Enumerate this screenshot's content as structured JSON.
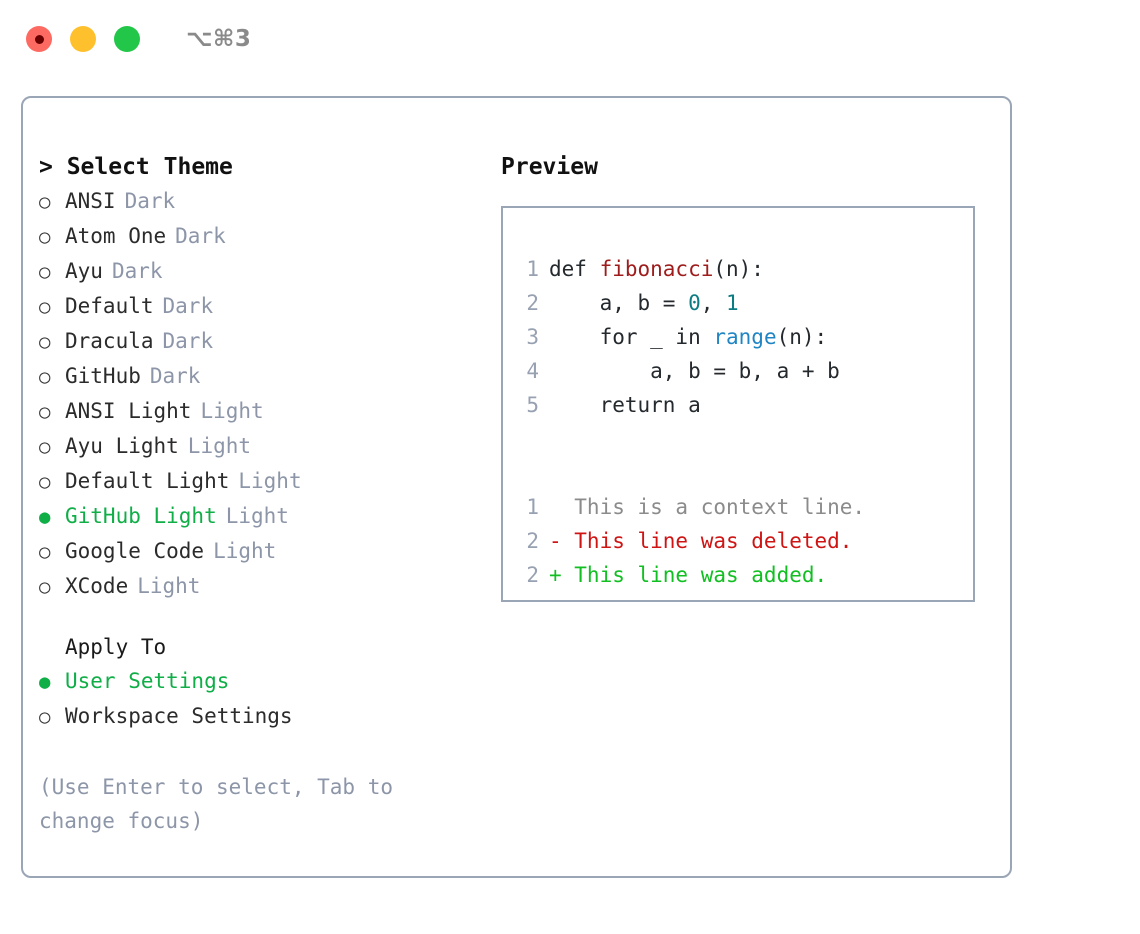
{
  "titlebar": {
    "shortcut": "⌥⌘3",
    "dots": [
      {
        "name": "close",
        "color": "#fc6a62"
      },
      {
        "name": "minimize",
        "color": "#ffc02e"
      },
      {
        "name": "maximize",
        "color": "#22c74a"
      }
    ]
  },
  "theme_panel": {
    "header": "> Select Theme",
    "header_caret": ">",
    "header_text": "Select Theme",
    "options": [
      {
        "bullet": "○",
        "label": "ANSI",
        "tag": "Dark",
        "selected": false
      },
      {
        "bullet": "○",
        "label": "Atom One",
        "tag": "Dark",
        "selected": false
      },
      {
        "bullet": "○",
        "label": "Ayu",
        "tag": "Dark",
        "selected": false
      },
      {
        "bullet": "○",
        "label": "Default",
        "tag": "Dark",
        "selected": false
      },
      {
        "bullet": "○",
        "label": "Dracula",
        "tag": "Dark",
        "selected": false
      },
      {
        "bullet": "○",
        "label": "GitHub",
        "tag": "Dark",
        "selected": false
      },
      {
        "bullet": "○",
        "label": "ANSI Light",
        "tag": "Light",
        "selected": false
      },
      {
        "bullet": "○",
        "label": "Ayu Light",
        "tag": "Light",
        "selected": false
      },
      {
        "bullet": "○",
        "label": "Default Light",
        "tag": "Light",
        "selected": false
      },
      {
        "bullet": "●",
        "label": "GitHub Light",
        "tag": "Light",
        "selected": true
      },
      {
        "bullet": "○",
        "label": "Google Code",
        "tag": "Light",
        "selected": false
      },
      {
        "bullet": "○",
        "label": "XCode",
        "tag": "Light",
        "selected": false
      }
    ]
  },
  "apply_to": {
    "header": "Apply To",
    "options": [
      {
        "bullet": "●",
        "label": "User Settings",
        "selected": true
      },
      {
        "bullet": "○",
        "label": "Workspace Settings",
        "selected": false
      }
    ]
  },
  "hint": "(Use Enter to select, Tab to change focus)",
  "preview": {
    "title": "Preview",
    "code_lines": [
      {
        "number": "1",
        "tokens": [
          {
            "text": "def ",
            "kind": "plain"
          },
          {
            "text": "fibonacci",
            "kind": "fn"
          },
          {
            "text": "(n):",
            "kind": "plain"
          }
        ]
      },
      {
        "number": "2",
        "tokens": [
          {
            "text": "    a, b = ",
            "kind": "plain"
          },
          {
            "text": "0",
            "kind": "num"
          },
          {
            "text": ", ",
            "kind": "plain"
          },
          {
            "text": "1",
            "kind": "num"
          }
        ]
      },
      {
        "number": "3",
        "tokens": [
          {
            "text": "    for _ in ",
            "kind": "plain"
          },
          {
            "text": "range",
            "kind": "call"
          },
          {
            "text": "(n):",
            "kind": "plain"
          }
        ]
      },
      {
        "number": "4",
        "tokens": [
          {
            "text": "        a, b = b, a + b",
            "kind": "plain"
          }
        ]
      },
      {
        "number": "5",
        "tokens": [
          {
            "text": "    return a",
            "kind": "plain"
          }
        ]
      }
    ],
    "diff_lines": [
      {
        "number": "1",
        "marker": " ",
        "text": "  This is a context line.",
        "kind": "ctx"
      },
      {
        "number": "2",
        "marker": "-",
        "text": "- This line was deleted.",
        "kind": "del"
      },
      {
        "number": "2",
        "marker": "+",
        "text": "+ This line was added.",
        "kind": "add"
      }
    ]
  },
  "colors": {
    "accent_green": "#0fae47",
    "muted": "#8d96a8",
    "border": "#9aa5b6",
    "fn_red": "#9e1c1c",
    "number_teal": "#0b7c82",
    "call_blue": "#1f85c4",
    "diff_delete": "#cf1414",
    "diff_add": "#11bf22",
    "diff_context": "#8b8b8b"
  }
}
